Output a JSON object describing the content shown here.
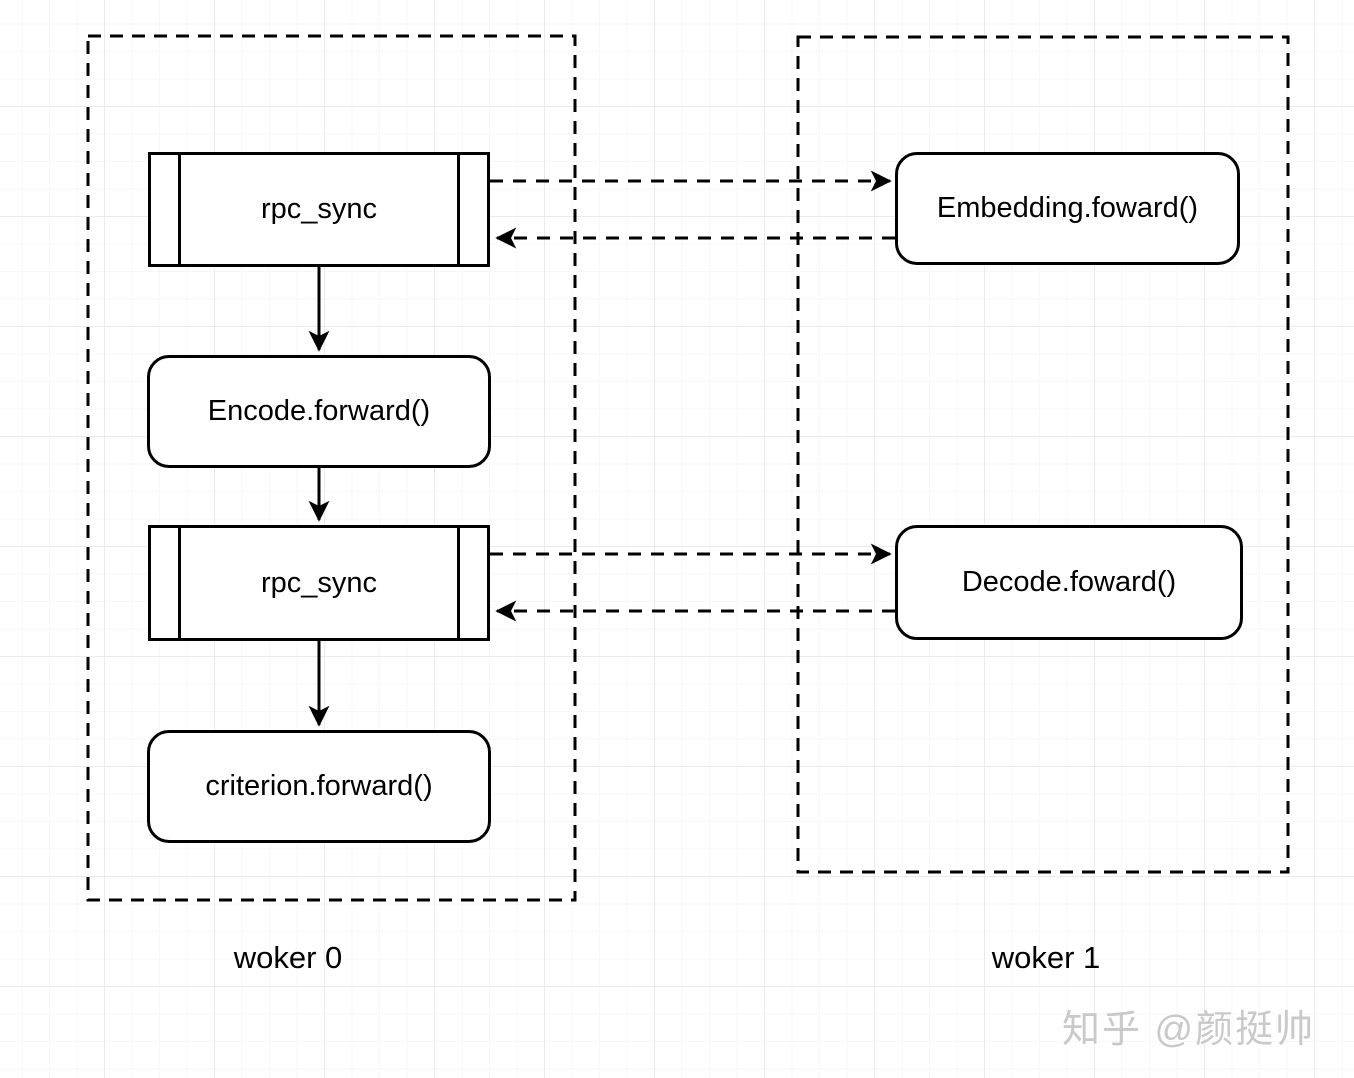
{
  "diagram": {
    "workers": [
      {
        "label": "woker 0"
      },
      {
        "label": "woker 1"
      }
    ],
    "nodes": {
      "rpc_sync_1": "rpc_sync",
      "encode": "Encode.forward()",
      "rpc_sync_2": "rpc_sync",
      "criterion": "criterion.forward()",
      "embedding": "Embedding.foward()",
      "decode": "Decode.foward()"
    },
    "edges": [
      {
        "from": "rpc_sync_1",
        "to": "encode",
        "style": "solid"
      },
      {
        "from": "encode",
        "to": "rpc_sync_2",
        "style": "solid"
      },
      {
        "from": "rpc_sync_2",
        "to": "criterion",
        "style": "solid"
      },
      {
        "from": "rpc_sync_1",
        "to": "embedding",
        "style": "dashed"
      },
      {
        "from": "embedding",
        "to": "rpc_sync_1",
        "style": "dashed"
      },
      {
        "from": "rpc_sync_2",
        "to": "decode",
        "style": "dashed"
      },
      {
        "from": "decode",
        "to": "rpc_sync_2",
        "style": "dashed"
      }
    ],
    "watermark": "知乎 @颜挺帅",
    "colors": {
      "line": "#000000",
      "node_fill": "#ffffff",
      "background": "#ffffff",
      "grid_minor": "#f7f7f7",
      "grid_major": "#ebebeb",
      "watermark": "#c9c9c9"
    }
  }
}
